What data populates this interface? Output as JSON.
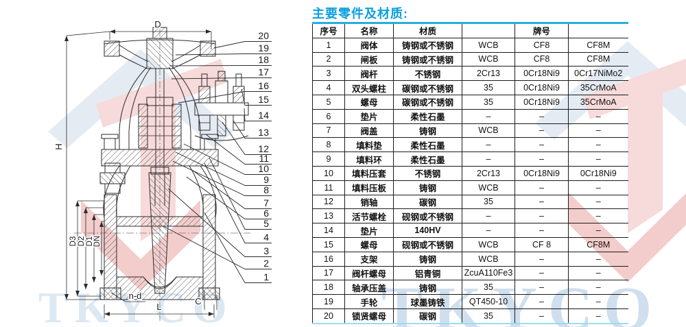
{
  "title": "主要零件及材质:",
  "watermark_text": "TKYCO",
  "colors": {
    "title_blue": "#0a9fe0",
    "table_top_border": "#29abe2",
    "table_bottom_border": "#97dcf6",
    "line_color": "#2b2b2b",
    "watermark_blue": "#e4ebf3",
    "watermark_red": "#f7dada",
    "watermark_red_dark": "#f3cccc",
    "watermark_text_blue": "#d3e2ef"
  },
  "table": {
    "headers": [
      "序号",
      "名称",
      "材质",
      "",
      "牌号",
      ""
    ],
    "rows": [
      [
        "1",
        "阀体",
        "铸钢或不锈钢",
        "WCB",
        "CF8",
        "CF8M"
      ],
      [
        "2",
        "闸板",
        "铸钢或不锈钢",
        "WCB",
        "CF8",
        "CF8M"
      ],
      [
        "3",
        "阀杆",
        "不锈钢",
        "2Cr13",
        "0Cr18Ni9",
        "0Cr17NiMo2"
      ],
      [
        "4",
        "双头螺柱",
        "碳钢或不锈钢",
        "35",
        "0Cr18Ni9",
        "35CrMoA"
      ],
      [
        "5",
        "螺母",
        "碳钢或不锈钢",
        "35",
        "0Cr18Ni9",
        "35CrMoA"
      ],
      [
        "6",
        "垫片",
        "柔性石墨",
        "–",
        "–",
        "–"
      ],
      [
        "7",
        "阀盖",
        "铸钢",
        "WCB",
        "–",
        "–"
      ],
      [
        "8",
        "填料垫",
        "柔性石墨",
        "–",
        "–",
        "–"
      ],
      [
        "9",
        "填料环",
        "柔性石墨",
        "–",
        "–",
        "–"
      ],
      [
        "10",
        "填料压套",
        "不锈钢",
        "2Cr13",
        "0Cr18Ni9",
        "0Cr18Ni9"
      ],
      [
        "11",
        "填料压板",
        "铸钢",
        "WCB",
        "–",
        "–"
      ],
      [
        "12",
        "销轴",
        "碳钢",
        "35",
        "–",
        "–"
      ],
      [
        "13",
        "活节螺栓",
        "砚钢或不锈钢",
        "–",
        "–",
        "–"
      ],
      [
        "14",
        "垫片",
        "140HV",
        "–",
        "–",
        "–"
      ],
      [
        "15",
        "螺母",
        "砚钢或不锈钢",
        "WCB",
        "CF 8",
        "CF8M"
      ],
      [
        "16",
        "支架",
        "铸钢",
        "WCB",
        "–",
        "–"
      ],
      [
        "17",
        "阀杆螺母",
        "铝青铜",
        "ZcuA110Fe3",
        "–",
        "–"
      ],
      [
        "18",
        "轴承压盖",
        "铸钢",
        "35",
        "–",
        "–"
      ],
      [
        "19",
        "手轮",
        "球墨铸铁",
        "QT450-10",
        "–",
        "–"
      ],
      [
        "20",
        "锁贤螺母",
        "碳钢",
        "35",
        "–",
        "–"
      ]
    ]
  },
  "diagram": {
    "dim_labels": {
      "d": "D",
      "h": "H",
      "d3": "D3",
      "d2": "D2",
      "d1": "D1",
      "dn": "DN",
      "nd": "n-d",
      "l": "L",
      "c": "C"
    },
    "part_numbers": [
      "20",
      "19",
      "18",
      "17",
      "16",
      "15",
      "14",
      "13",
      "12",
      "11",
      "10",
      "9",
      "8",
      "7",
      "6",
      "5",
      "4",
      "3",
      "2",
      "1"
    ]
  }
}
